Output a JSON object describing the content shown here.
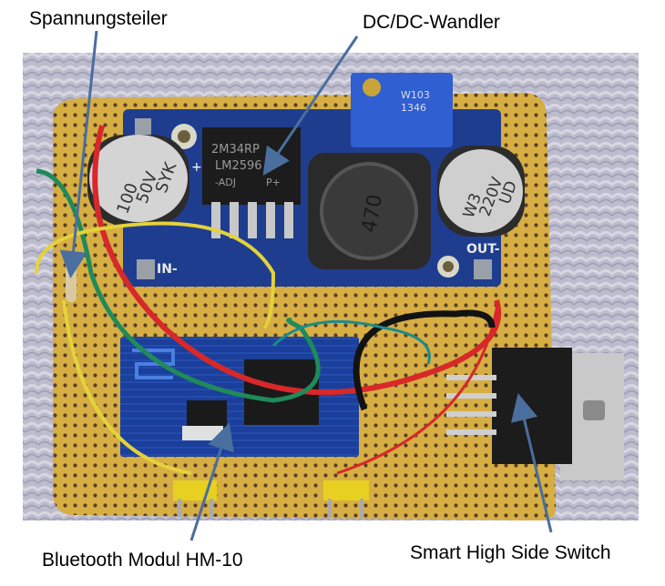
{
  "callouts": {
    "voltage_divider": "Spannungsteiler",
    "dcdc_converter": "DC/DC-Wandler",
    "bluetooth_module": "Bluetooth Modul HM-10",
    "high_side_switch": "Smart High Side Switch"
  },
  "board_markings": {
    "cap_left_1": "100",
    "cap_left_2": "50V",
    "cap_left_3": "SYK",
    "chip_1": "2M34RP",
    "chip_2": "LM2596",
    "chip_3": "-ADJ",
    "chip_4": "P+",
    "inductor": "470",
    "cap_right_1": "W3",
    "cap_right_2": "220V",
    "cap_right_3": "UD",
    "in_minus": "IN-",
    "out_label": "OUT-",
    "pot_1": "W103",
    "pot_2": "1346",
    "plus_sign": "+"
  },
  "colors": {
    "arrow": "#4a6e9e",
    "pcb_blue": "#1f3d8f",
    "perfboard": "#d8b24a",
    "wire_red": "#d8282a",
    "wire_green": "#1f8a5a",
    "wire_yellow": "#e4d23a"
  }
}
